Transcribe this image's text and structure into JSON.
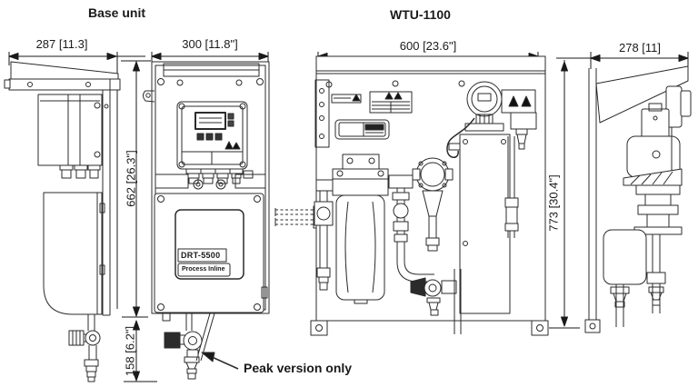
{
  "titles": {
    "base_unit": "Base unit",
    "wtu": "WTU-1100"
  },
  "dimensions": {
    "base_side_width": "287 [11.3]",
    "base_front_width": "300 [11.8\"]",
    "wtu_front_width": "600 [23.6\"]",
    "wtu_side_width": "278 [11]",
    "base_height": "662 [26.3\"]",
    "peak_drop_height": "158 [6.2\"]",
    "wtu_height": "773 [30.4\"]"
  },
  "labels": {
    "device_model": "DRT-5500",
    "device_brand": "Process Inline",
    "peak_callout": "Peak version only"
  }
}
